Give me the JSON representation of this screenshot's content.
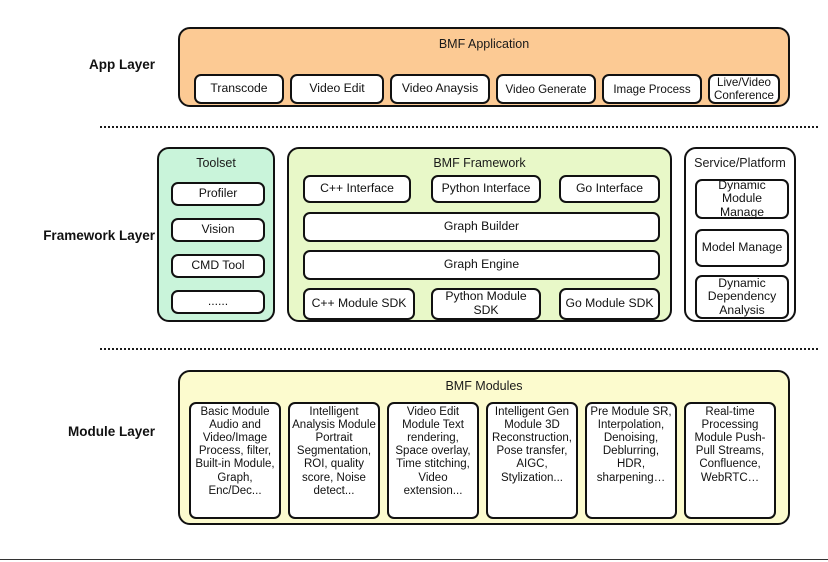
{
  "layers": [
    {
      "label": "App Layer"
    },
    {
      "label": "Framework Layer"
    },
    {
      "label": "Module Layer"
    }
  ],
  "app_layer": {
    "title": "BMF Application",
    "items": [
      {
        "label": "Transcode"
      },
      {
        "label": "Video Edit"
      },
      {
        "label": "Video Anaysis"
      },
      {
        "label": "Video Generate"
      },
      {
        "label": "Image Process"
      },
      {
        "label": "Live/Video Conference"
      }
    ],
    "color": "#FCCA94"
  },
  "toolset": {
    "title": "Toolset",
    "items": [
      {
        "label": "Profiler"
      },
      {
        "label": "Vision"
      },
      {
        "label": "CMD Tool"
      },
      {
        "label": "......"
      }
    ],
    "color": "#C9F4DA"
  },
  "framework": {
    "title": "BMF Framework",
    "interfaces": [
      {
        "label": "C++ Interface"
      },
      {
        "label": "Python Interface"
      },
      {
        "label": "Go Interface"
      }
    ],
    "graph_builder": "Graph Builder",
    "graph_engine": "Graph Engine",
    "sdks": [
      {
        "label": "C++ Module SDK"
      },
      {
        "label": "Python Module SDK"
      },
      {
        "label": "Go Module SDK"
      }
    ],
    "color": "#E8F8C8"
  },
  "service_platform": {
    "title": "Service/Platform",
    "items": [
      {
        "label": "Dynamic Module Manage"
      },
      {
        "label": "Model Manage"
      },
      {
        "label": "Dynamic Dependency Analysis"
      }
    ],
    "color": "#FFFFFF"
  },
  "modules": {
    "title": "BMF Modules",
    "items": [
      {
        "label": "Basic Module Audio and Video/Image Process, filter, Built-in Module, Graph, Enc/Dec..."
      },
      {
        "label": "Intelligent Analysis Module Portrait Segmentation, ROI, quality score, Noise detect..."
      },
      {
        "label": "Video Edit Module Text rendering, Space overlay, Time stitching, Video extension..."
      },
      {
        "label": "Intelligent Gen Module 3D Reconstruction, Pose transfer, AIGC, Stylization..."
      },
      {
        "label": "Pre Module SR, Interpolation, Denoising, Deblurring, HDR, sharpening…"
      },
      {
        "label": "Real-time Processing Module Push-Pull Streams, Confluence, WebRTC…"
      }
    ],
    "color": "#FCFBCE"
  }
}
